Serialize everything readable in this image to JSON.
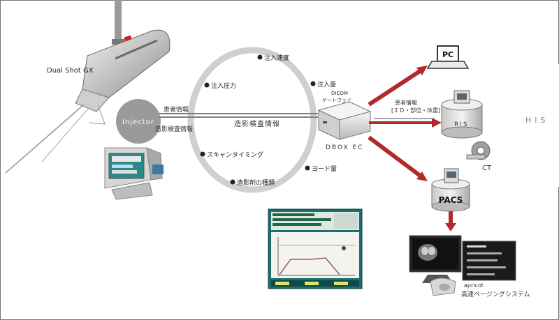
{
  "injector": {
    "name": "Dual Shot GX",
    "circle_label": "Injector"
  },
  "ring": {
    "title": "造影検査情報",
    "params": [
      "注入速度",
      "注入量",
      "注入圧力",
      "スキャンタイミング",
      "造影剤の種類",
      "ヨード量"
    ]
  },
  "arrow_labels": {
    "patient_info": "患者情報",
    "exam_info": "造影検査情報"
  },
  "gateway": {
    "line1": "DICOM",
    "line2": "ゲートウェイ",
    "name": "DBOX EC"
  },
  "ris_link": {
    "line1": "患者情報",
    "line2": "[ＩＤ・部位・体重]"
  },
  "nodes": {
    "pc": "PC",
    "ris": "RIS",
    "his": "HIS",
    "pacs": "PACS",
    "ct": "CT"
  },
  "paging": {
    "line1": "apricot",
    "line2": "高速ページングシステム"
  },
  "colors": {
    "arrow_red": "#b22a2a",
    "ring_gray": "#c9c9c9",
    "monitor_teal": "#1e6e6e"
  }
}
